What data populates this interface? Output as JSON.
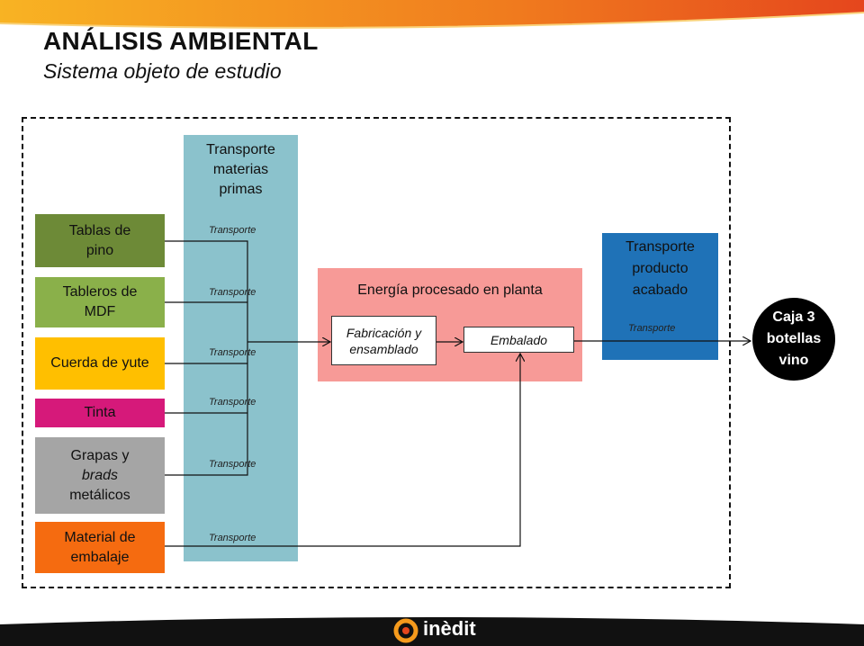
{
  "header": {
    "title": "ANÁLISIS AMBIENTAL",
    "subtitle": "Sistema objeto de estudio"
  },
  "columns": {
    "transport_raw": "Transporte materias primas",
    "energy": "Energía procesado en planta",
    "transport_final": "Transporte producto acabado"
  },
  "materials": {
    "pino": "Tablas de pino",
    "mdf": "Tableros de MDF",
    "yute": "Cuerda de yute",
    "tinta": "Tinta",
    "grapas_a": "Grapas y",
    "grapas_b": "brads",
    "grapas_c": "metálicos",
    "embalaje": "Material de embalaje"
  },
  "processes": {
    "fabricacion": "Fabricación y ensamblado",
    "embalado": "Embalado"
  },
  "output": "Caja 3 botellas vino",
  "transport_label": "Transporte",
  "footer": {
    "brand": "inèdit"
  },
  "colors": {
    "top_bar_start": "#f6a21c",
    "top_bar_end": "#e8501e",
    "transport_raw": "#8bc2cc",
    "energy": "#f79a97",
    "transport_final": "#1f72b7",
    "pino": "#6d8a37",
    "mdf": "#8ab04a",
    "yute": "#ffbf00",
    "tinta": "#d6197a",
    "grapas": "#a5a5a5",
    "embalaje": "#f56b10",
    "footer": "#111111"
  }
}
